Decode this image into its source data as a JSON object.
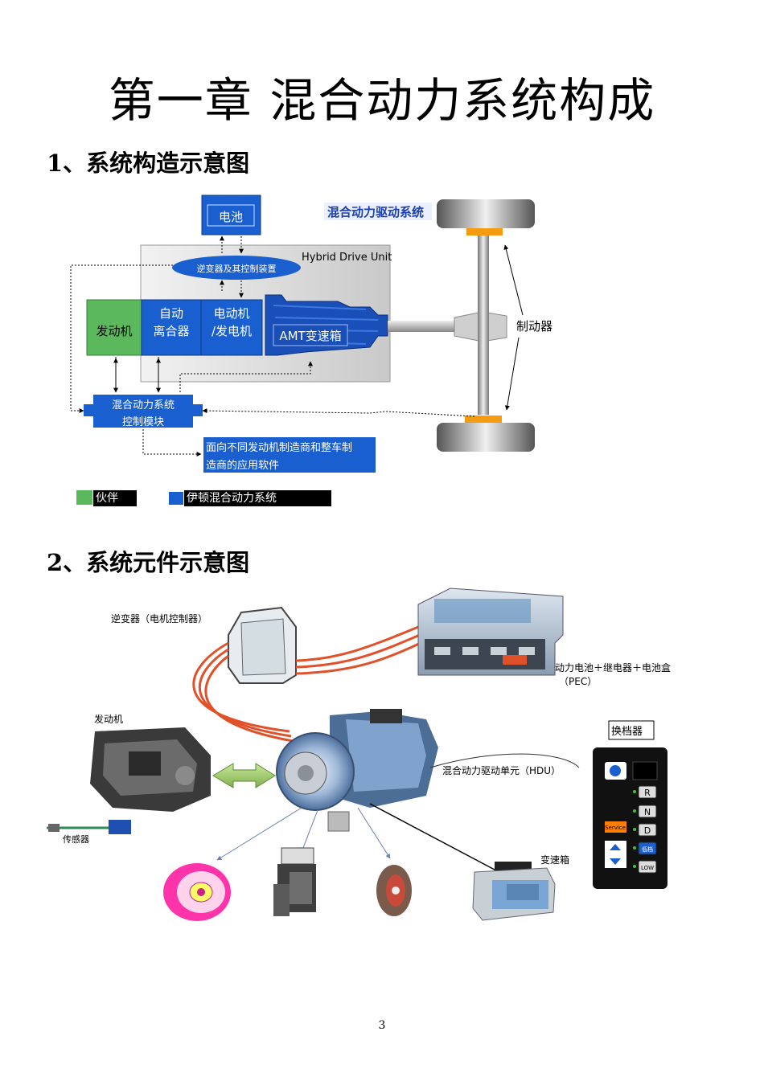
{
  "chapter_title": "第一章  混合动力系统构成",
  "section1": "1、系统构造示意图",
  "section2": "2、系统元件示意图",
  "diagram1": {
    "battery": "电池",
    "hybrid_drive_system": "混合动力驱动系统",
    "hybrid_drive_unit": "Hybrid Drive Unit",
    "inverter": "逆变器及其控制装置",
    "engine": "发动机",
    "auto_clutch_line1": "自动",
    "auto_clutch_line2": "离合器",
    "motor_line1": "电动机",
    "motor_line2": "/发电机",
    "amt": "AMT变速箱",
    "brake": "制动器",
    "control_line1": "混合动力系统",
    "control_line2": "控制模块",
    "software_line1": "面向不同发动机制造商和整车制",
    "software_line2": "造商的应用软件",
    "legend_partner": "伙伴",
    "legend_eaton": "伊顿混合动力系统",
    "color_partner": "#5cb85c",
    "color_eaton": "#1a5fd0"
  },
  "diagram2": {
    "inverter": "逆变器（电机控制器）",
    "battery_line1": "动力电池＋继电器＋电池盒",
    "battery_line2": "（PEC）",
    "engine": "发动机",
    "sensor": "传感器",
    "hdu": "混合动力驱动单元（HDU）",
    "gearbox": "变速箱",
    "shifter": "换档器",
    "shifter_keys": [
      "R",
      "N",
      "D",
      "低档",
      "LOW"
    ],
    "shifter_service": "Service"
  },
  "page_number": "3"
}
